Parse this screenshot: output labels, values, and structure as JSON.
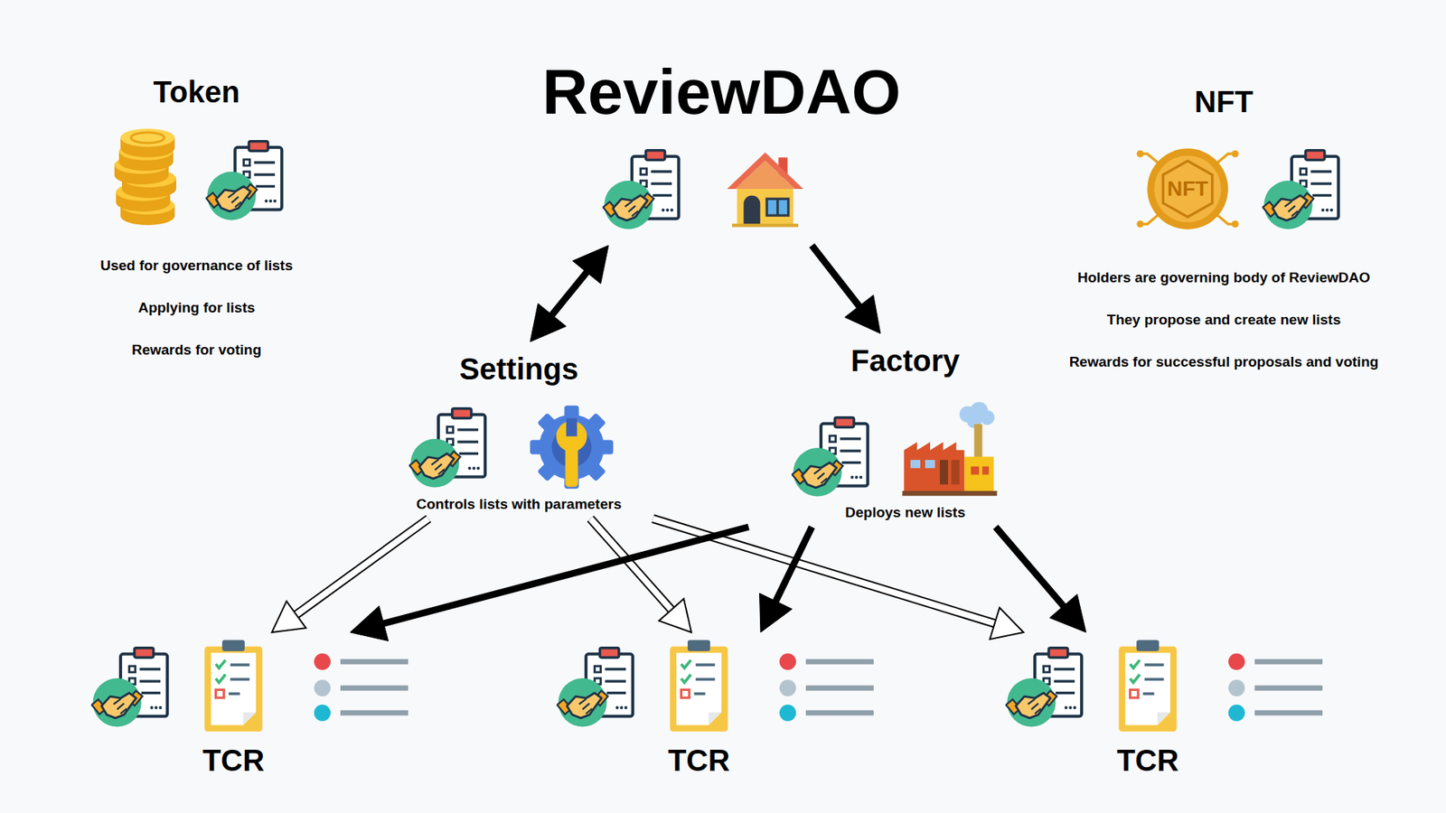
{
  "diagram": {
    "nodes": [
      {
        "text": [
          "Token",
          "Used for governance of lists",
          "Applying for lists",
          "Rewards for voting"
        ]
      },
      {
        "text": [
          "ReviewDAO"
        ]
      },
      {
        "text": [
          "NFT",
          "Holders are governing body of ReviewDAO",
          "They propose and create new lists",
          "Rewards for successful proposals and voting"
        ]
      },
      {
        "text": [
          "Settings",
          "Controls lists with parameters"
        ]
      },
      {
        "text": [
          "Factory",
          "Deploys new lists"
        ]
      },
      {
        "text": [
          "TCR"
        ]
      },
      {
        "text": [
          "TCR"
        ]
      },
      {
        "text": [
          "TCR"
        ]
      }
    ],
    "edges": [
      {
        "from": 1,
        "to": 3,
        "arrow": "both"
      },
      {
        "from": 1,
        "to": 4,
        "arrow": "to"
      },
      {
        "from": 3,
        "to": 5,
        "arrow": "to"
      },
      {
        "from": 3,
        "to": 6,
        "arrow": "to"
      },
      {
        "from": 3,
        "to": 7,
        "arrow": "to"
      },
      {
        "from": 4,
        "to": 5,
        "arrow": "to"
      },
      {
        "from": 4,
        "to": 6,
        "arrow": "to"
      },
      {
        "from": 4,
        "to": 7,
        "arrow": "to"
      }
    ],
    "labels": [
      "NFT"
    ]
  }
}
